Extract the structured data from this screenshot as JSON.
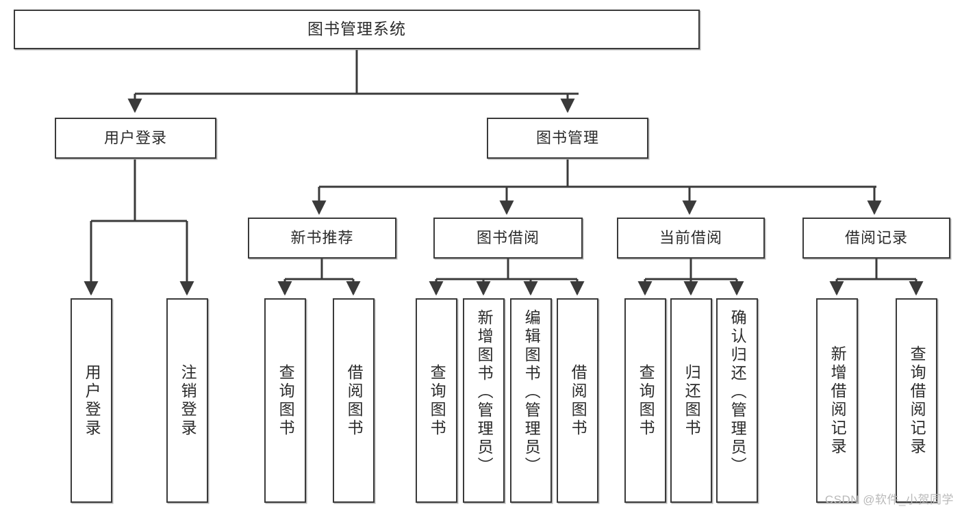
{
  "diagram": {
    "type": "hierarchy-tree",
    "title": "图书管理系统",
    "watermark": "CSDN @软件_小贺同学",
    "colors": {
      "box_border": "#3a3a3a",
      "box_fill": "#ffffff",
      "connector": "#3a3a3a",
      "text": "#2b2b2b",
      "watermark": "#b9b9b9"
    },
    "levels": {
      "root": {
        "label": "图书管理系统"
      },
      "level2": [
        {
          "label": "用户登录"
        },
        {
          "label": "图书管理"
        }
      ],
      "level3": [
        {
          "label": "新书推荐"
        },
        {
          "label": "图书借阅"
        },
        {
          "label": "当前借阅"
        },
        {
          "label": "借阅记录"
        }
      ],
      "leaves": {
        "user_login": [
          {
            "label": "用户登录"
          },
          {
            "label": "注销登录"
          }
        ],
        "new_book_recommend": [
          {
            "label": "查询图书"
          },
          {
            "label": "借阅图书"
          }
        ],
        "book_borrow": [
          {
            "label": "查询图书"
          },
          {
            "label": "新增图书（管理员）"
          },
          {
            "label": "编辑图书（管理员）"
          },
          {
            "label": "借阅图书"
          }
        ],
        "current_borrow": [
          {
            "label": "查询图书"
          },
          {
            "label": "归还图书"
          },
          {
            "label": "确认归还（管理员）"
          }
        ],
        "borrow_record": [
          {
            "label": "新增借阅记录"
          },
          {
            "label": "查询借阅记录"
          }
        ]
      }
    }
  }
}
